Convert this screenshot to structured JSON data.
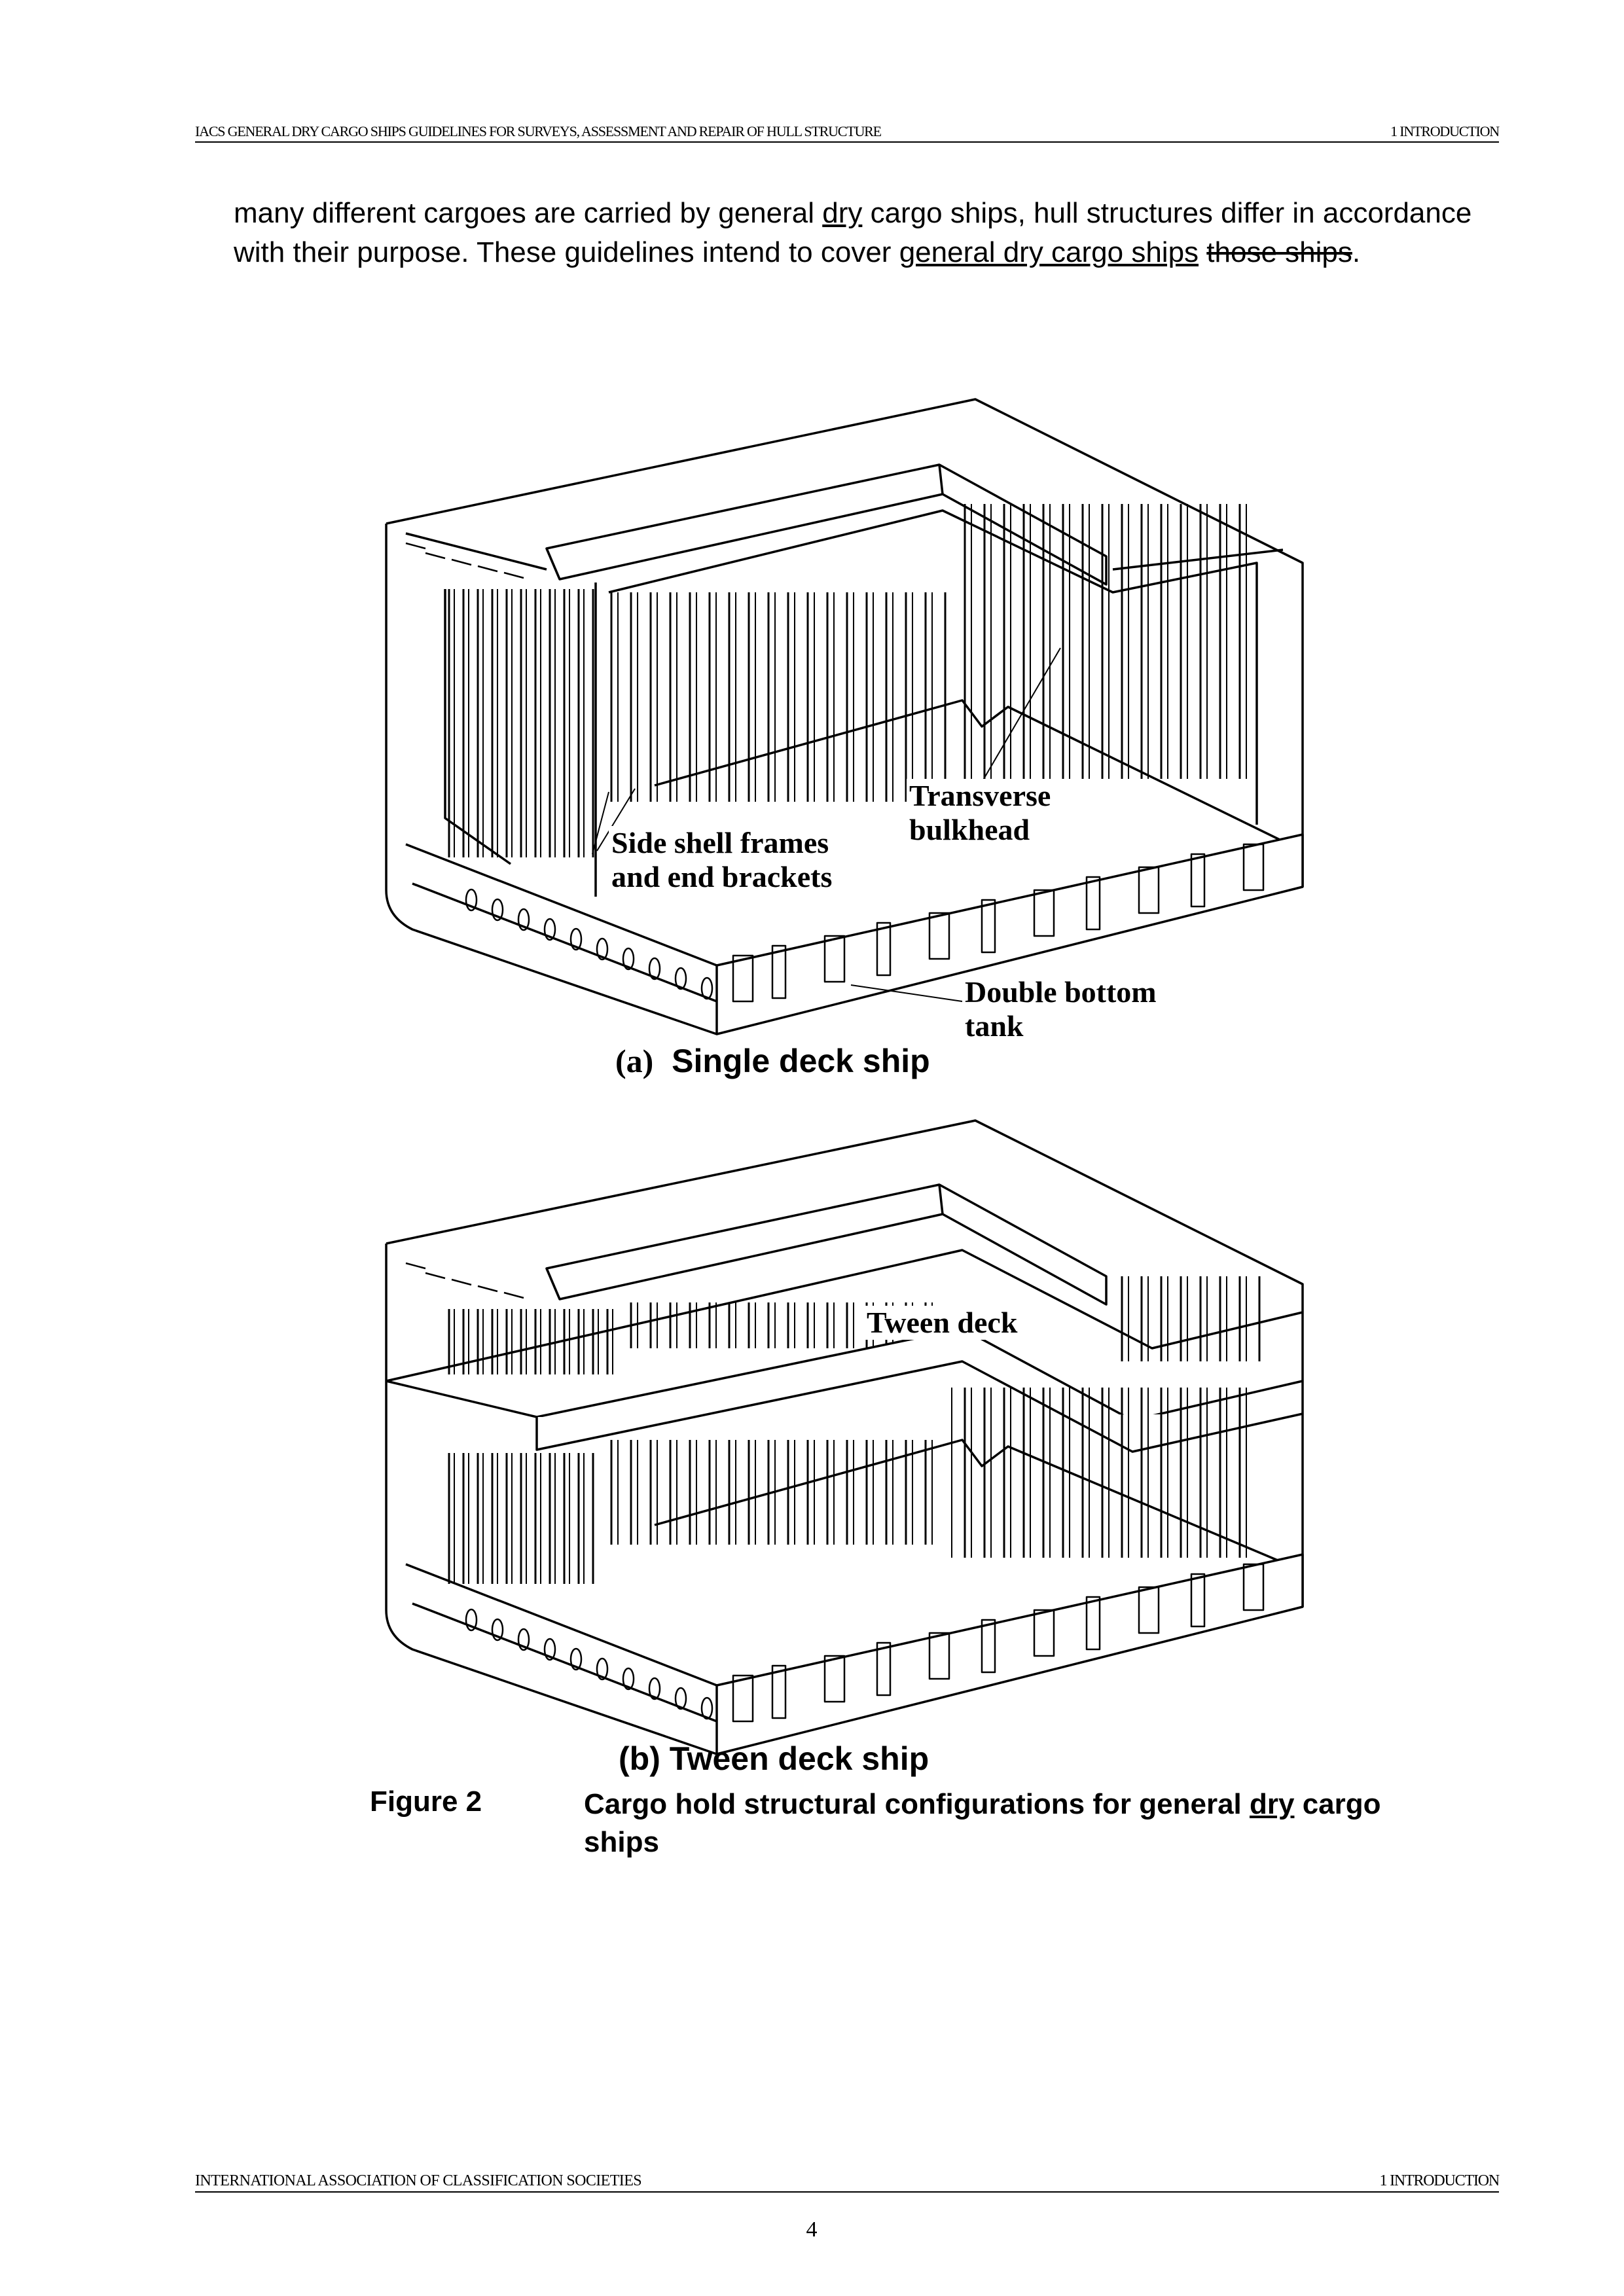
{
  "header": {
    "left": "IACS GENERAL DRY CARGO SHIPS GUIDELINES FOR SURVEYS, ASSESSMENT AND REPAIR OF HULL STRUCTURE",
    "right": "1 INTRODUCTION"
  },
  "body": {
    "part1": "many different cargoes are carried by general ",
    "u1": "dry",
    "part2": " cargo ships, hull structures differ in accordance with their purpose. These guidelines intend to cover ",
    "u2": "general dry cargo ships",
    "part3": " ",
    "s1": "those ships",
    "part4": "."
  },
  "figure_a": {
    "label_frames_1": "Side shell frames",
    "label_frames_2": "and end brackets",
    "label_bulkhead_1": "Transverse",
    "label_bulkhead_2": "bulkhead",
    "label_db_1": "Double bottom",
    "label_db_2": "tank",
    "sub_prefix": "(a)",
    "sub_title": "Single deck ship"
  },
  "figure_b": {
    "label_tween": "Tween deck",
    "sub_title": "(b) Tween deck ship"
  },
  "caption": {
    "number": "Figure 2",
    "text": "Cargo hold structural configurations for general ",
    "u": "dry",
    "text2": " cargo ships"
  },
  "footer": {
    "left": "INTERNATIONAL ASSOCIATION OF CLASSIFICATION SOCIETIES",
    "right": "1 INTRODUCTION"
  },
  "page_number": "4"
}
